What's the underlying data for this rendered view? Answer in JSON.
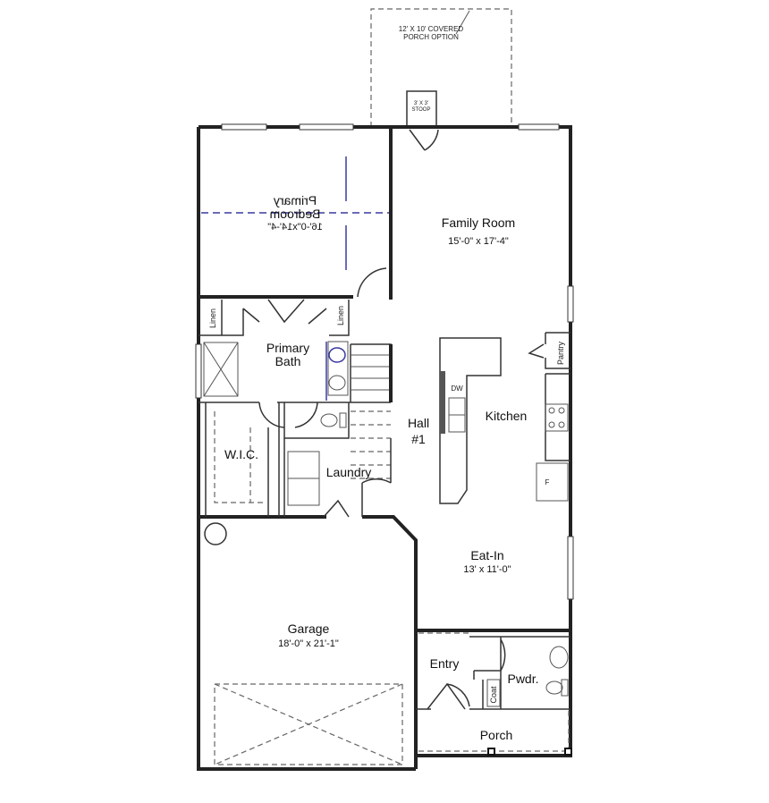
{
  "rooms": {
    "covered_porch_option": {
      "line1": "12' X 10' COVERED",
      "line2": "PORCH OPTION"
    },
    "stoop": {
      "line1": "3' X 3'",
      "line2": "STOOP"
    },
    "primary_bedroom": {
      "name_line1": "Primary",
      "name_line2": "Bedroom",
      "dims": "16'-0\"x14'-4\""
    },
    "family_room": {
      "name": "Family Room",
      "dims": "15'-0\" x 17'-4\""
    },
    "linen_left": {
      "name": "Linen"
    },
    "linen_right": {
      "name": "Linen"
    },
    "primary_bath": {
      "name_line1": "Primary",
      "name_line2": "Bath"
    },
    "pantry": {
      "name": "Pantry"
    },
    "dishwasher": {
      "name": "DW"
    },
    "hall": {
      "name_line1": "Hall",
      "name_line2": "#1"
    },
    "kitchen": {
      "name": "Kitchen"
    },
    "wic": {
      "name": "W.I.C."
    },
    "laundry": {
      "name": "Laundry"
    },
    "fridge": {
      "name": "F"
    },
    "eat_in": {
      "name": "Eat-In",
      "dims": "13' x 11'-0\""
    },
    "garage": {
      "name": "Garage",
      "dims": "18'-0\" x 21'-1\""
    },
    "entry": {
      "name": "Entry"
    },
    "coat": {
      "name": "Coat"
    },
    "powder": {
      "name": "Pwdr."
    },
    "porch": {
      "name": "Porch"
    }
  },
  "colors": {
    "walls": "#222222",
    "flip_annotation": "#3a3aa0"
  }
}
